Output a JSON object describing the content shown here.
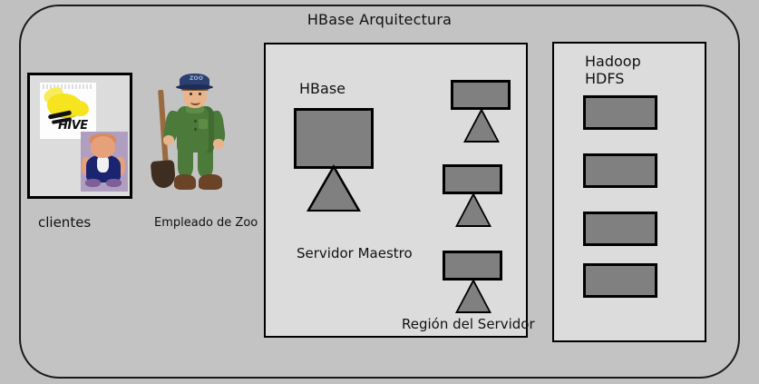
{
  "diagram": {
    "title": "HBase Arquitectura",
    "background_color": "#c0c0c0",
    "panel_color": "#c3c3c3",
    "box_fill_color": "#dcdcdc",
    "node_fill_color": "#808080",
    "outline_color": "#000000"
  },
  "clients": {
    "caption": "clientes",
    "images": [
      {
        "name": "hive-logo",
        "wordmark": "HIVE",
        "colors": [
          "#f5e41e",
          "#ffffff",
          "#111111"
        ]
      },
      {
        "name": "pig-character",
        "caption": "",
        "colors": [
          "#1b2470",
          "#e6a07a",
          "#b09ec0"
        ]
      }
    ]
  },
  "zookeeper": {
    "caption": "Empleado de Zoo",
    "image_name": "zookeeper-figure",
    "cap_text": "ZOO",
    "colors": [
      "#4c7a3a",
      "#2b3f70",
      "#6b4326"
    ]
  },
  "hbase": {
    "box_label": "HBase",
    "master_label": "Servidor Maestro",
    "region_label": "Región del Servidor",
    "master_servers": [
      {
        "name": "master-server",
        "size": "large"
      }
    ],
    "region_servers": [
      {
        "name": "region-server-1"
      },
      {
        "name": "region-server-2"
      },
      {
        "name": "region-server-3"
      }
    ]
  },
  "hdfs": {
    "label_line1": "Hadoop",
    "label_line2": "HDFS",
    "nodes": [
      {
        "name": "hdfs-node-1"
      },
      {
        "name": "hdfs-node-2"
      },
      {
        "name": "hdfs-node-3"
      },
      {
        "name": "hdfs-node-4"
      }
    ]
  }
}
